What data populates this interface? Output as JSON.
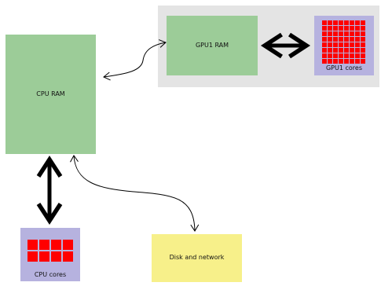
{
  "colors": {
    "gpu_panel": "#e4e4e4",
    "ram_green": "#9ccc98",
    "cores_lavender": "#b6b2df",
    "core_red": "#ff0000",
    "disk_yellow": "#f7f08a",
    "arrow": "#000000"
  },
  "nodes": {
    "cpu_ram": {
      "label": "CPU RAM"
    },
    "gpu1_ram": {
      "label": "GPU1 RAM"
    },
    "gpu1_cores": {
      "label": "GPU1 cores",
      "grid_rows": 8,
      "grid_cols": 8
    },
    "cpu_cores": {
      "label": "CPU cores",
      "grid_rows": 2,
      "grid_cols": 4
    },
    "disk": {
      "label": "Disk and network"
    }
  },
  "edges": [
    {
      "from": "cpu_ram",
      "to": "gpu1_ram",
      "style": "thin",
      "direction": "both"
    },
    {
      "from": "gpu1_ram",
      "to": "gpu1_cores",
      "style": "thick",
      "direction": "both"
    },
    {
      "from": "cpu_ram",
      "to": "cpu_cores",
      "style": "thick",
      "direction": "both"
    },
    {
      "from": "cpu_ram",
      "to": "disk",
      "style": "thin",
      "direction": "both"
    }
  ]
}
